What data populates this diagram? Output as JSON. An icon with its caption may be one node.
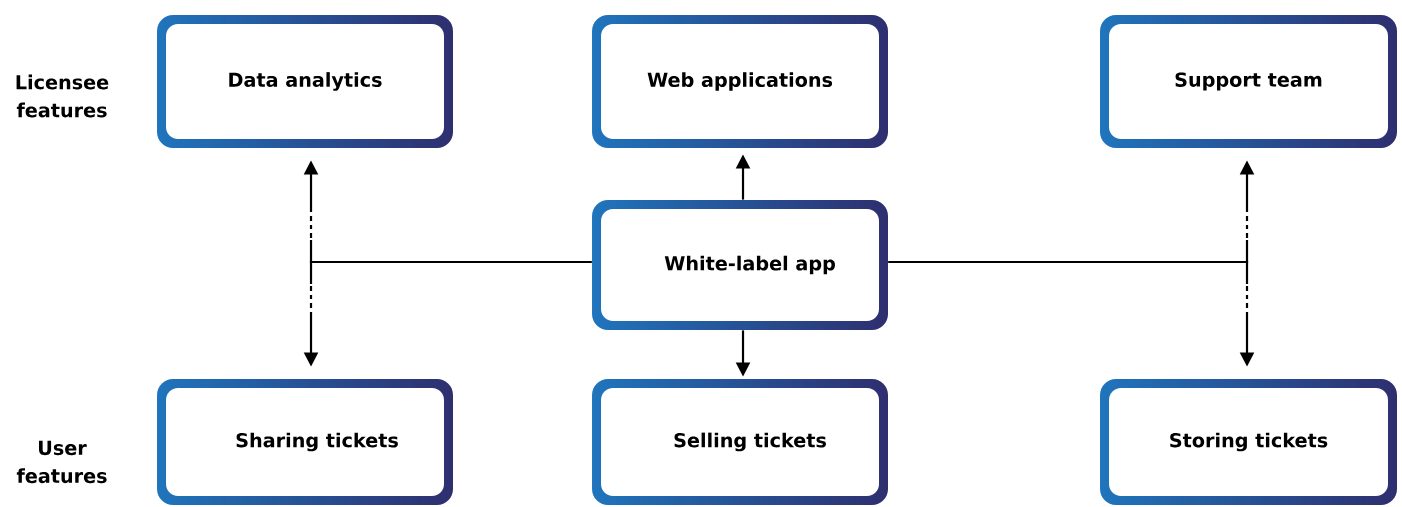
{
  "diagram": {
    "nodes": [
      {
        "text": [
          "Data analytics"
        ]
      },
      {
        "text": [
          "Web applications"
        ]
      },
      {
        "text": [
          "Support team"
        ]
      },
      {
        "text": [
          "White-label app"
        ]
      },
      {
        "text": [
          "Sharing tickets"
        ]
      },
      {
        "text": [
          "Selling tickets"
        ]
      },
      {
        "text": [
          "Storing tickets"
        ]
      }
    ],
    "edges": [
      {
        "from": 3,
        "to": 1,
        "arrow": "to"
      },
      {
        "from": 3,
        "to": 5,
        "arrow": "to"
      },
      {
        "from": 3,
        "to": 0,
        "arrow": "to"
      },
      {
        "from": 3,
        "to": 4,
        "arrow": "to"
      },
      {
        "from": 3,
        "to": 2,
        "arrow": "to"
      },
      {
        "from": 3,
        "to": 6,
        "arrow": "to"
      }
    ],
    "labels": [
      "Licensee features",
      "User features"
    ]
  }
}
